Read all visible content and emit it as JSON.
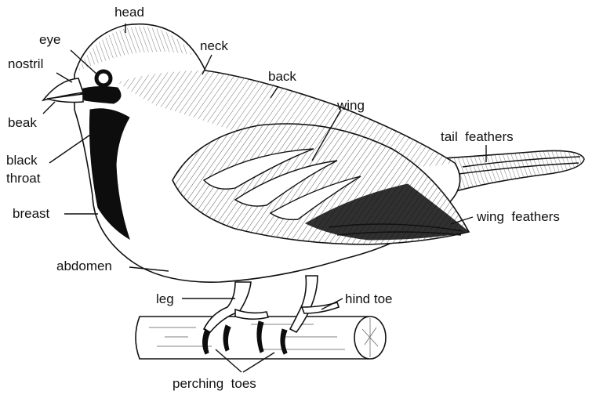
{
  "labels": {
    "head": "head",
    "eye": "eye",
    "nostril": "nostril",
    "neck": "neck",
    "beak": "beak",
    "back": "back",
    "wing": "wing",
    "black_throat_line1": "black",
    "black_throat_line2": "throat",
    "tail_feathers": "tail  feathers",
    "wing_feathers": "wing  feathers",
    "breast": "breast",
    "abdomen": "abdomen",
    "leg": "leg",
    "hind_toe": "hind toe",
    "perching_toes": "perching  toes"
  }
}
